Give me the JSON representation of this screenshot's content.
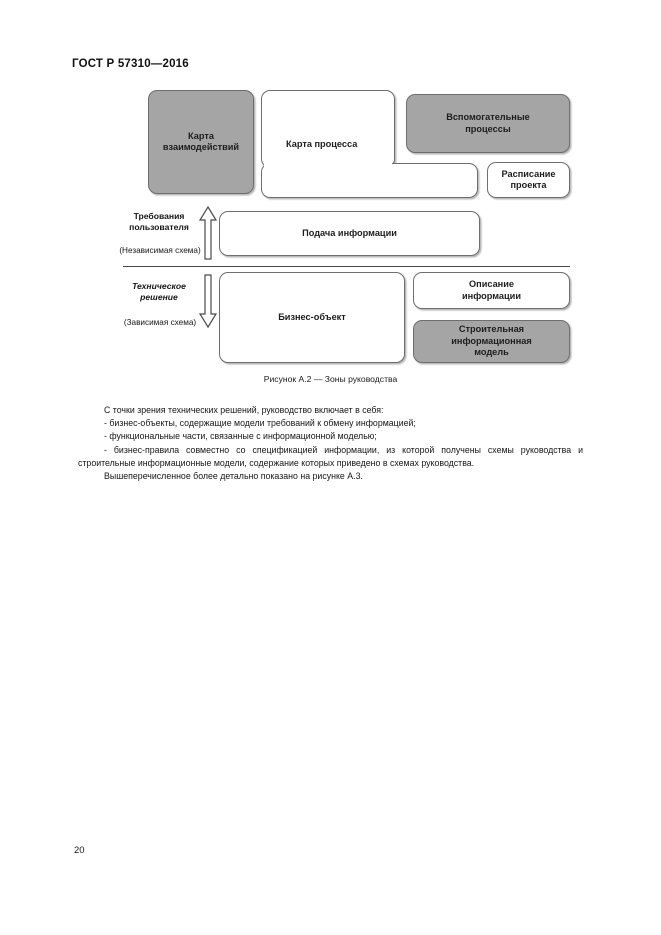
{
  "header": {
    "standard_code": "ГОСТ Р 57310—2016"
  },
  "figure": {
    "caption": "Рисунок А.2 — Зоны руководства",
    "boxes": [
      {
        "id": "interaction-map",
        "label": "Карта\nвзаимодействий",
        "fill": "gray"
      },
      {
        "id": "process-map",
        "label": "Карта процесса",
        "fill": "white"
      },
      {
        "id": "auxiliary-processes",
        "label": "Вспомогательные\nпроцессы",
        "fill": "gray"
      },
      {
        "id": "project-schedule",
        "label": "Расписание\nпроекта",
        "fill": "white"
      },
      {
        "id": "information-delivery",
        "label": "Подача информации",
        "fill": "white"
      },
      {
        "id": "business-object",
        "label": "Бизнес-объект",
        "fill": "white"
      },
      {
        "id": "information-description",
        "label": "Описание\nинформации",
        "fill": "white"
      },
      {
        "id": "building-information-model",
        "label": "Строительная\nинформационная\nмодель",
        "fill": "gray"
      }
    ],
    "zones": [
      {
        "id": "upper",
        "label": "Требования\nпользователя",
        "sublabel": "(Независимая схема)",
        "arrow_direction": "up"
      },
      {
        "id": "lower",
        "label": "Техническое\nрешение",
        "sublabel": "(Зависимая схема)",
        "arrow_direction": "down"
      }
    ]
  },
  "body": {
    "intro": "С точки зрения технических решений, руководство включает в себя:",
    "bullets": [
      "- бизнес-объекты, содержащие модели требований к обмену информацией;",
      "- функциональные части, связанные с информационной моделью;"
    ],
    "long_bullet": "- бизнес-правила совместно со спецификацией информации, из которой получены схемы руководства и строительные информационные модели, содержание которых приведено в схемах руководства.",
    "closing": "Вышеперечисленное более детально показано на рисунке А.3."
  },
  "footer": {
    "page_number": "20"
  },
  "colors": {
    "gray_fill": "#a5a5a5",
    "border": "#6e6e6e",
    "text": "#1a1a1a"
  }
}
